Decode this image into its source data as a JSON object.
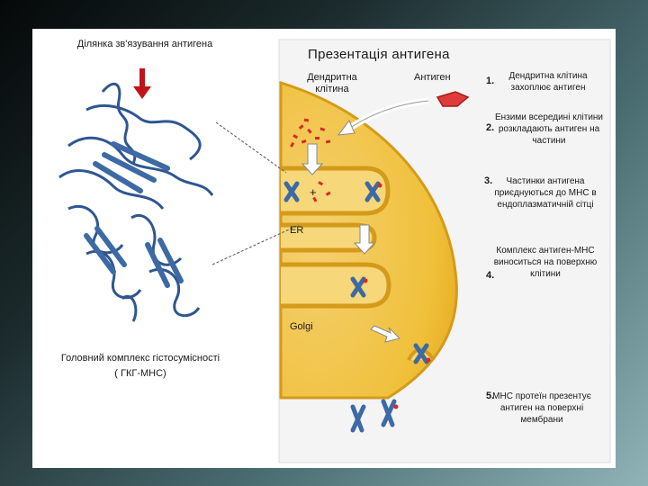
{
  "left_panel": {
    "binding_site_label": "Ділянка зв'язування антигена",
    "mhc_caption": "Головний комплекс гістосумісності",
    "mhc_abbrev": "( ГКГ-МНС)"
  },
  "right_panel": {
    "title": "Презентація антигена",
    "dendritic_cell_label": "Дендритна клітина",
    "antigen_label": "Антиген",
    "er_label": "ER",
    "golgi_label": "Golgi",
    "plus_sign": "+"
  },
  "steps": [
    {
      "number": "1.",
      "text": "Дендритна клітина захоплює антиген"
    },
    {
      "number": "2.",
      "text": "Ензими всередині клітини розкладають антиген на частини"
    },
    {
      "number": "3.",
      "text": "Частинки антигена приєднуються до МНС в ендоплазматичній сітці"
    },
    {
      "number": "4.",
      "text": "Комплекс антиген-МНС виноситься на поверхню клітини"
    },
    {
      "number": "5.",
      "text": "МНС протеїн презентує антиген на поверхні мембрани"
    }
  ],
  "colors": {
    "cell_fill": "#f2c23a",
    "protein_blue": "#3d6aa5",
    "antigen_red": "#d42a2a"
  }
}
